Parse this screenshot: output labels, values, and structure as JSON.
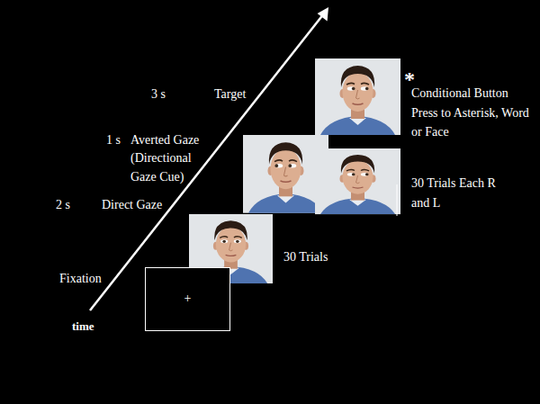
{
  "diagram": {
    "nodes": [
      {
        "text": [
          "+"
        ]
      }
    ],
    "labels": [
      "3 s",
      "Target",
      "1 s",
      "Averted Gaze (Directional Gaze Cue)",
      "2 s",
      "Direct Gaze",
      "Fixation",
      "time",
      "*",
      "Conditional Button Press to Asterisk, Word or Face",
      "30 Trials Each R and L",
      "30 Trials"
    ]
  }
}
